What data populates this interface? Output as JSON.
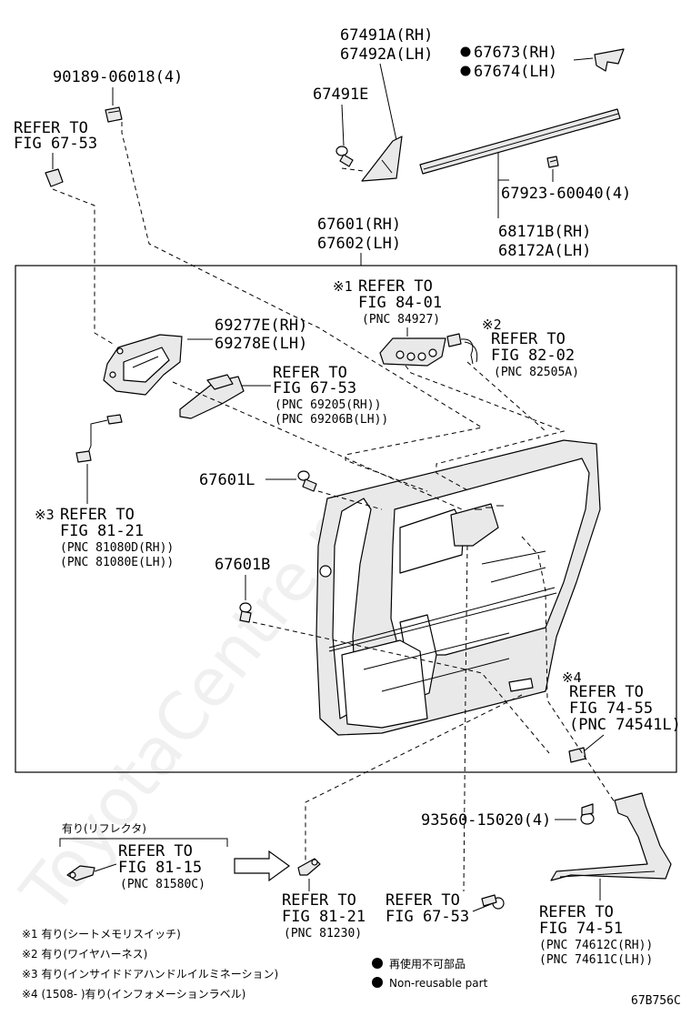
{
  "diagram_id": "67B756C",
  "watermark": "ToyotaCentre.ru",
  "labels": {
    "p90189": "90189-06018(4)",
    "refer_67_53_a_1": "REFER TO",
    "refer_67_53_a_2": "FIG 67-53",
    "p67491a": "67491A(RH)",
    "p67492a": "67492A(LH)",
    "p67491e": "67491E",
    "p67673": "67673(RH)",
    "p67674": "67674(LH)",
    "p67923": "67923-60040(4)",
    "p68171b": "68171B(RH)",
    "p68172a": "68172A(LH)",
    "p67601": "67601(RH)",
    "p67602": "67602(LH)",
    "n1_mark": "※1",
    "ref84_1": "REFER TO",
    "ref84_2": "FIG 84-01",
    "ref84_3": "(PNC 84927)",
    "n2_mark": "※2",
    "ref82_1": "REFER TO",
    "ref82_2": "FIG 82-02",
    "ref82_3": "(PNC 82505A)",
    "p69277e": "69277E(RH)",
    "p69278e": "69278E(LH)",
    "ref6753b_1": "REFER TO",
    "ref6753b_2": "FIG 67-53",
    "ref6753b_3": "(PNC 69205(RH))",
    "ref6753b_4": "(PNC 69206B(LH))",
    "p67601l": "67601L",
    "n3_mark": "※3",
    "ref81_1": "REFER TO",
    "ref81_2": "FIG 81-21",
    "ref81_3": "(PNC 81080D(RH))",
    "ref81_4": "(PNC 81080E(LH))",
    "p67601b": "67601B",
    "n4_mark": "※4",
    "ref74_1": "REFER TO",
    "ref74_2": "FIG 74-55",
    "ref74_3": "(PNC 74541L)",
    "p93560": "93560-15020(4)",
    "reflector_title": "有り(リフレクタ)",
    "ref8115_1": "REFER TO",
    "ref8115_2": "FIG 81-15",
    "ref8115_3": "(PNC 81580C)",
    "ref8121b_1": "REFER TO",
    "ref8121b_2": "FIG 81-21",
    "ref8121b_3": "(PNC 81230)",
    "ref6753c_1": "REFER TO",
    "ref6753c_2": "FIG 67-53",
    "ref7451_1": "REFER TO",
    "ref7451_2": "FIG 74-51",
    "ref7451_3": "(PNC 74612C(RH))",
    "ref7451_4": "(PNC 74611C(LH))"
  },
  "notes": [
    "※1  有り(シートメモリスイッチ)",
    "※2  有り(ワイヤハーネス)",
    "※3  有り(インサイドドアハンドルイルミネーション)",
    "※4  (1508-      )有り(インフォメーションラベル)"
  ],
  "legend": {
    "jp": "再使用不可部品",
    "en": "Non-reusable part"
  }
}
